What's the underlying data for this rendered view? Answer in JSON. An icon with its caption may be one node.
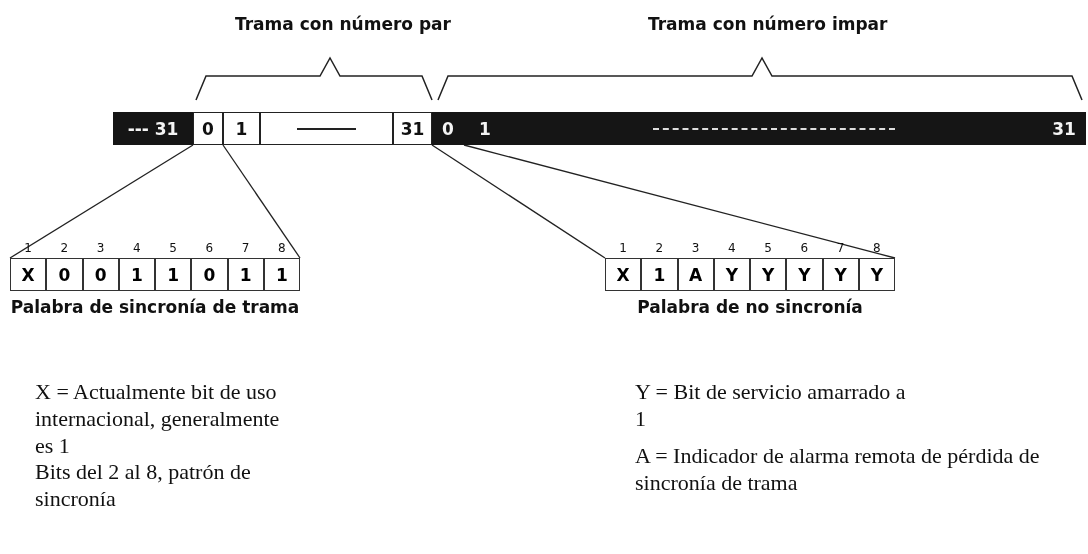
{
  "diagram": {
    "nodes": [
      {
        "text": [
          "--- 31"
        ]
      },
      {
        "text": [
          "0"
        ]
      },
      {
        "text": [
          "1"
        ]
      },
      {
        "text": [],
        "shape": "box"
      },
      {
        "text": [
          "31"
        ]
      },
      {
        "text": [
          "0"
        ]
      },
      {
        "text": [
          "1"
        ]
      },
      {
        "text": [],
        "shape": "box"
      },
      {
        "text": [
          "31"
        ]
      },
      {
        "text": [],
        "shape": "box",
        "beside": [
          "Palabra de sincronía de trama"
        ]
      },
      {
        "text": [
          "X"
        ],
        "in": 9,
        "beside": [
          "1"
        ]
      },
      {
        "text": [
          "0"
        ],
        "in": 9,
        "beside": [
          "2"
        ]
      },
      {
        "text": [
          "0"
        ],
        "in": 9,
        "beside": [
          "3"
        ]
      },
      {
        "text": [
          "1"
        ],
        "in": 9,
        "beside": [
          "4"
        ]
      },
      {
        "text": [
          "1"
        ],
        "in": 9,
        "beside": [
          "5"
        ]
      },
      {
        "text": [
          "0"
        ],
        "in": 9,
        "beside": [
          "6"
        ]
      },
      {
        "text": [
          "1"
        ],
        "in": 9,
        "beside": [
          "7"
        ]
      },
      {
        "text": [
          "1"
        ],
        "in": 9,
        "beside": [
          "8"
        ]
      },
      {
        "text": [],
        "shape": "box",
        "beside": [
          "Palabra de no sincronía"
        ]
      },
      {
        "text": [
          "X"
        ],
        "in": 18,
        "beside": [
          "1"
        ]
      },
      {
        "text": [
          "1"
        ],
        "in": 18,
        "beside": [
          "2"
        ]
      },
      {
        "text": [
          "A"
        ],
        "in": 18,
        "beside": [
          "3"
        ]
      },
      {
        "text": [
          "Y"
        ],
        "in": 18,
        "beside": [
          "4"
        ]
      },
      {
        "text": [
          "Y"
        ],
        "in": 18,
        "beside": [
          "5"
        ]
      },
      {
        "text": [
          "Y"
        ],
        "in": 18,
        "beside": [
          "6"
        ]
      },
      {
        "text": [
          "Y"
        ],
        "in": 18,
        "beside": [
          "7"
        ]
      },
      {
        "text": [
          "Y"
        ],
        "in": 18,
        "beside": [
          "8"
        ]
      }
    ],
    "edges": [
      {
        "from": 1,
        "to": 9,
        "arrow": "none"
      },
      {
        "from": 1,
        "to": 9,
        "arrow": "none"
      },
      {
        "from": 5,
        "to": 18,
        "arrow": "none"
      },
      {
        "from": 5,
        "to": 18,
        "arrow": "none"
      }
    ],
    "labels": [
      "Trama con número par",
      "Trama con número impar",
      "X = Actualmente bit de uso internacional, generalmente es 1",
      "Bits del 2 al 8, patrón de sincronía",
      "Y = Bit de servicio amarrado a 1",
      "A = Indicador de alarma remota de pérdida de sincronía de trama"
    ]
  }
}
